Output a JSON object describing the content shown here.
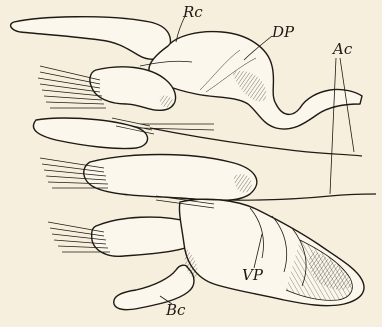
{
  "labels": {
    "rc": "Rc",
    "dp": "DP",
    "ac": "Ac",
    "vp": "VP",
    "bc": "Bc"
  },
  "colors": {
    "background": "#f6efdd",
    "ink": "#1e1a14",
    "paper": "#fbf7ec"
  }
}
